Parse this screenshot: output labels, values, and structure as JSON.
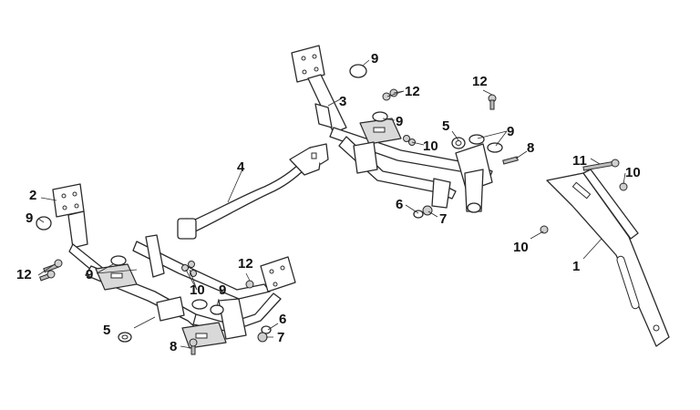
{
  "colors": {
    "line": "#2a2a2a",
    "text": "#111111",
    "shade": "#d9d9d9",
    "background": "#ffffff"
  },
  "callouts": {
    "c1": "1",
    "c2": "2",
    "c3": "3",
    "c4": "4",
    "c5a": "5",
    "c5b": "5",
    "c6a": "6",
    "c6b": "6",
    "c7a": "7",
    "c7b": "7",
    "c8a": "8",
    "c8b": "8",
    "c9a": "9",
    "c9b": "9",
    "c9c": "9",
    "c9d": "9",
    "c9e": "9",
    "c9f": "9",
    "c10a": "10",
    "c10b": "10",
    "c10c": "10",
    "c10d": "10",
    "c11": "11",
    "c12a": "12",
    "c12b": "12",
    "c12c": "12",
    "c12d": "12"
  }
}
